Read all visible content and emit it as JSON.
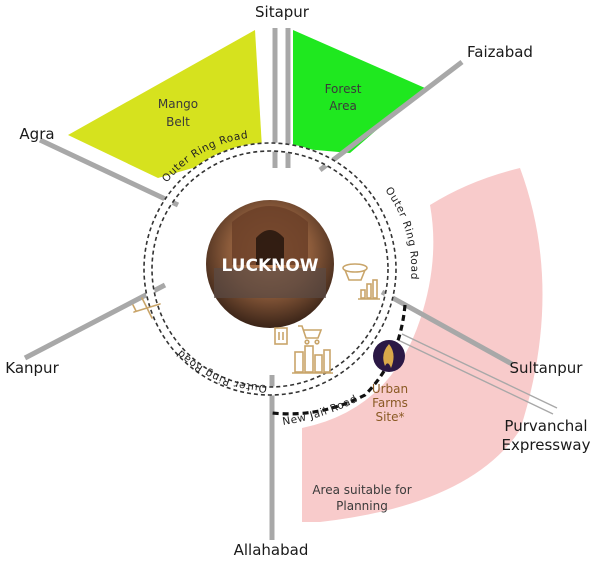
{
  "cities": {
    "north": "Sitapur",
    "northeast": "Faizabad",
    "northwest": "Agra",
    "west": "Kanpur",
    "east": "Sultanpur",
    "south": "Allahabad"
  },
  "zones": {
    "mango": [
      "Mango",
      "Belt"
    ],
    "forest": [
      "Forest",
      "Area"
    ],
    "planning": [
      "Area suitable for",
      "Planning"
    ]
  },
  "roads": {
    "outer_ring": "Outer Ring Road",
    "new_jail": "New Jail Road",
    "expressway": [
      "Purvanchal",
      "Expressway"
    ]
  },
  "site": [
    "Urban",
    "Farms",
    "Site*"
  ],
  "center_label": "LUCKNOW",
  "colors": {
    "mango_belt": "#d6e21e",
    "forest": "#1fe81f",
    "planning_area": "#f8c8c8",
    "road": "#a8a8a8",
    "icon_gold": "#c9a56a",
    "site_text": "#8a5a24",
    "site_logo_bg": "#2b1845"
  },
  "icons": [
    "airplane-icon",
    "building-icon",
    "shopping-cart-icon",
    "stadium-icon",
    "bar-chart-icon",
    "skyline-icon",
    "flame-logo-icon"
  ]
}
